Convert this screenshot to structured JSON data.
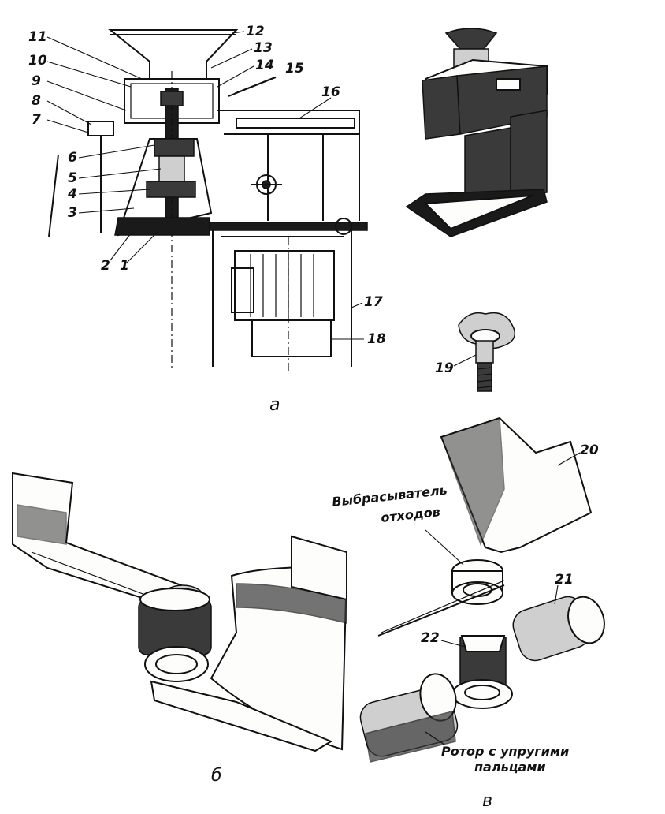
{
  "panel_labels": [
    "а",
    "б",
    "в"
  ],
  "part_numbers": [
    "1",
    "2",
    "3",
    "4",
    "5",
    "6",
    "7",
    "8",
    "9",
    "10",
    "11",
    "12",
    "13",
    "14",
    "15",
    "16",
    "17",
    "18",
    "19",
    "20",
    "21",
    "22"
  ],
  "captions": {
    "ejector_line1": "Выбрасыватель",
    "ejector_line2": "отходов",
    "rotor_line1": "Ротор с упругими",
    "rotor_line2": "пальцами"
  }
}
